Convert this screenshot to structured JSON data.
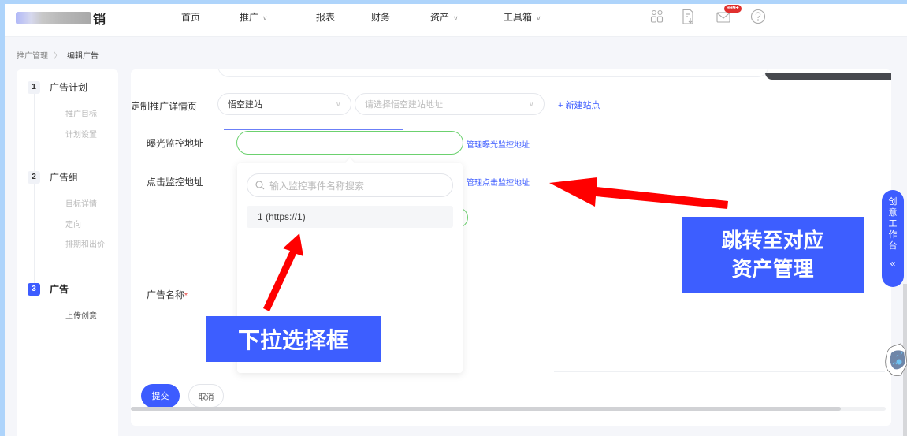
{
  "header": {
    "logo_text": "销",
    "nav": [
      {
        "label": "首页",
        "has_dropdown": false
      },
      {
        "label": "推广",
        "has_dropdown": true
      },
      {
        "label": "报表",
        "has_dropdown": false
      },
      {
        "label": "财务",
        "has_dropdown": false
      },
      {
        "label": "资产",
        "has_dropdown": true
      },
      {
        "label": "工具箱",
        "has_dropdown": true
      }
    ],
    "icons": [
      "users-icon",
      "download-report-icon",
      "mail-icon",
      "help-icon"
    ],
    "mail_badge": "999+",
    "chevron": "∨"
  },
  "breadcrumb": {
    "items": [
      "推广管理",
      "编辑广告"
    ],
    "separator": "〉"
  },
  "steps": [
    {
      "num": "1",
      "title": "广告计划",
      "active": false,
      "subs": [
        "推广目标",
        "计划设置"
      ]
    },
    {
      "num": "2",
      "title": "广告组",
      "active": false,
      "subs": [
        "目标详情",
        "定向",
        "排期和出价"
      ]
    },
    {
      "num": "3",
      "title": "广告",
      "active": true,
      "subs": [
        "上传创意"
      ]
    }
  ],
  "form": {
    "landing_page": {
      "label": "定制推广详情页",
      "type_value": "悟空建站",
      "address_placeholder": "请选择悟空建站地址",
      "new_site_link": "+ 新建站点"
    },
    "impression_monitor": {
      "label": "曝光监控地址",
      "value": "",
      "manage_link": "管理曝光监控地址"
    },
    "click_monitor": {
      "label": "点击监控地址",
      "manage_link": "管理点击监控地址"
    },
    "ad_name": {
      "label": "广告名称",
      "required_mark": "*"
    }
  },
  "dropdown": {
    "search_placeholder": "输入监控事件名称搜索",
    "options": [
      "1 (https://1)"
    ]
  },
  "actions": {
    "submit": "提交",
    "cancel": "取消"
  },
  "side_tab": {
    "chars": [
      "创",
      "意",
      "工",
      "作",
      "台"
    ],
    "collapse": "«"
  },
  "annotations": {
    "jump_line1": "跳转至对应",
    "jump_line2": "资产管理",
    "dropdown_label": "下拉选择框"
  },
  "colors": {
    "primary": "#3d5cff",
    "annotation_blue": "#3d5eff",
    "arrow_red": "#ff0000",
    "success_border": "#6cd16f",
    "badge_red": "#e0302e"
  }
}
